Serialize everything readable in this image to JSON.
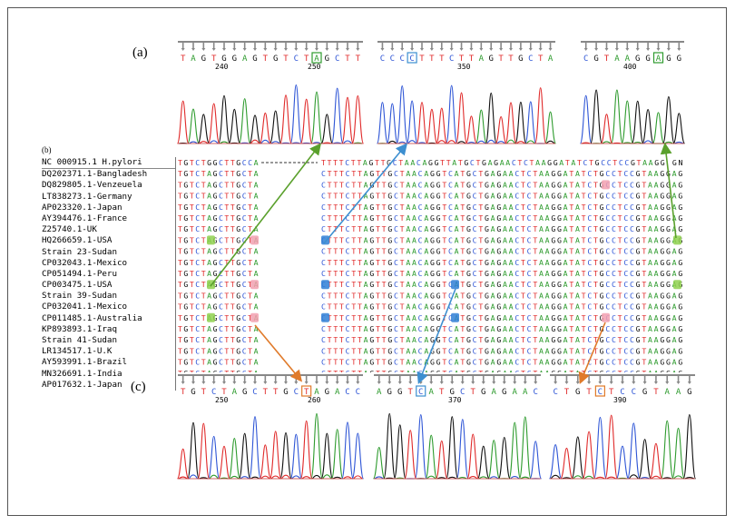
{
  "labels": {
    "a": "(a)",
    "b": "(b)",
    "c": "(c)"
  },
  "colors": {
    "A": "#2e9b2e",
    "C": "#2f56d6",
    "G": "#111111",
    "T": "#e02a2a",
    "green_arrow": "#5aa02c",
    "blue_arrow": "#3d8fd0",
    "orange_arrow": "#e07a2a"
  },
  "panel_a": {
    "tracks": [
      {
        "seq": "TAGTGGAGTGTCTAGCTT",
        "ticks": [
          "240",
          "250"
        ],
        "highlight_index": 13,
        "highlight_color": "#2e9b2e"
      },
      {
        "seq": "CCCCTTTCTTAGTTGCTA",
        "ticks": [
          "350"
        ],
        "highlight_index": 3,
        "highlight_color": "#3d8fd0"
      },
      {
        "seq": "CGTAAGGAGG",
        "ticks": [
          "400"
        ],
        "highlight_index": 7,
        "highlight_color": "#2e9b2e"
      }
    ]
  },
  "panel_c": {
    "tracks": [
      {
        "seq": "TGTCTAGCTTGCTAGACC",
        "ticks": [
          "250",
          "260"
        ],
        "highlight_index": 12,
        "highlight_color": "#e07a2a"
      },
      {
        "seq": "AGGTCATGCTGAGAAC",
        "ticks": [
          "370"
        ],
        "highlight_index": 4,
        "highlight_color": "#3d8fd0"
      },
      {
        "seq": "CTGTCTCCGTAAG",
        "ticks": [
          "390"
        ],
        "highlight_index": 4,
        "highlight_color": "#e07a2a"
      }
    ]
  },
  "alignment": {
    "sequences": [
      {
        "name": "NC 000915.1 H.pylori",
        "left": "TGTCTGGCTTGCCA",
        "right": "TTTTCTTAGTTGCTAACAGGTTATGCTGAGAACTCTAAGGATATCTGCCTCCGTAAGG GN"
      },
      {
        "name": "DQ202371.1-Bangladesh",
        "left": "TGTCTAGCTTGCTA",
        "right": "CTTTCTTAGTTGCTAACAGGTCATGCTGAGAACTCTAAGGATATCTGCCTCCGTAAGGAG"
      },
      {
        "name": "DQ829805.1-Venzeuela",
        "left": "TGTCTAGCTTGCTA",
        "right": "CTTTCTTAGTTGCTAACAGGTCATGCTGAGAACTCTAAGGATATCTGCCTCCGTAAGGAG"
      },
      {
        "name": "LT838273.1-Germany",
        "left": "TGTCTAGCTTGCTA",
        "right": "CTTTCTTAGTTGCTAACAGGTCATGCTGAGAACTCTAAGGATATCTGCCTCCGTAAGGAG"
      },
      {
        "name": "AP023320.1-Japan",
        "left": "TGTCTAGCTTGCTA",
        "right": "CTTTCTTAGTTGCTAACAGGTCATGCTGAGAACTCTAAGGATATCTGCCTCCGTAAGGAG"
      },
      {
        "name": "AY394476.1-France",
        "left": "TGTCTAGCTTGCTA",
        "right": "CTTTCTTAGTTGCTAACAGGTCATGCTGAGAACTCTAAGGATATCTGCCTCCGTAAGGAG"
      },
      {
        "name": "Z25740.1-UK",
        "left": "TGTCTAGCTTGCTA",
        "right": "CTTTCTTAGTTGCTAACAGGTCATGCTGAGAACTCTAAGGATATCTGCCTCCGTAAGGAG"
      },
      {
        "name": "HQ266659.1-USA",
        "left": "TGTCTAGCTTGCTA",
        "right": "CTTTCTTAGTTGCTAACAGGTCATGCTGAGAACTCTAAGGATATCTGCCTCCGTAAGGAG"
      },
      {
        "name": "Strain 23-Sudan",
        "left": "TGTCTAGCTTGCTA",
        "right": "CTTTCTTAGTTGCTAACAGGTCATGCTGAGAACTCTAAGGATATCTGCCTCCGTAAGGAG"
      },
      {
        "name": "CP032043.1-Mexico",
        "left": "TGTCTAGCTTGCTA",
        "right": "CTTTCTTAGTTGCTAACAGGTCATGCTGAGAACTCTAAGGATATCTGCCTCCGTAAGGAG"
      },
      {
        "name": "CP051494.1-Peru",
        "left": "TGTCTAGCTTGCTA",
        "right": "CTTTCTTAGTTGCTAACAGGTCATGCTGAGAACTCTAAGGATATCTGCCTCCGTAAGGAG"
      },
      {
        "name": "CP003475.1-USA",
        "left": "TGTCTAGCTTGCTA",
        "right": "CTTTCTTAGTTGCTAACAGGTCATGCTGAGAACTCTAAGGATATCTGCCTCCGTAAGGAG"
      },
      {
        "name": "Strain 39-Sudan",
        "left": "TGTCTAGCTTGCTA",
        "right": "CTTTCTTAGTTGCTAACAGGTCATGCTGAGAACTCTAAGGATATCTGCCTCCGTAAGGAG"
      },
      {
        "name": "CP032041.1-Mexico",
        "left": "TGTCTAGCTTGCTA",
        "right": "CTTTCTTAGTTGCTAACAGGTCATGCTGAGAACTCTAAGGATATCTGCCTCCGTAAGGAG"
      },
      {
        "name": "CP011485.1-Australia",
        "left": "TGTCTAGCTTGCTA",
        "right": "CTTTCTTAGTTGCTAACAGGTCATGCTGAGAACTCTAAGGATATCTGCCTCCGTAAGGAG"
      },
      {
        "name": "KP893893.1-Iraq",
        "left": "TGTCTAGCTTGCTA",
        "right": "CTTTCTTAGTTGCTAACAGGTCATGCTGAGAACTCTAAGGATATCTGCCTCCGTAAGGAG"
      },
      {
        "name": "Strain 41-Sudan",
        "left": "TGTCTAGCTTGCTA",
        "right": "CTTTCTTAGTTGCTAACAGGTCATGCTGAGAACTCTAAGGATATCTGCCTCCGTAAGGAG"
      },
      {
        "name": "LR134517.1-U.K",
        "left": "TGTCTAGCTTGCTA",
        "right": "CTTTCTTAGTTGCTAACAGGTCATGCTGAGAACTCTAAGGATATCTGCCTCCGTAAGGAG"
      },
      {
        "name": "AY593991.1-Brazil",
        "left": "TGTCTAGCTTGCTA",
        "right": "CTTTCTTAGTTGCTAACAGGTCATGCTGAGAACTCTAAGGATATCTGCCTCCGTAAGGAG"
      },
      {
        "name": "MN326691.1-India",
        "left": "TGTCTAGCTTGCTA",
        "right": "CTTTCTTAGTTGCTAACAGGTCATGCTGAGAACTCTAAGGATATCTGCCTCCGTAAGGAG"
      },
      {
        "name": "AP017632.1-Japan",
        "left": "TGTCTAGCTTGCTA",
        "right": "CTTTCTTAGTTGCTAACAGGTCATGCTGAGAACTCTAAGGATATCTGCCTCCGTAAGGAG"
      }
    ]
  }
}
